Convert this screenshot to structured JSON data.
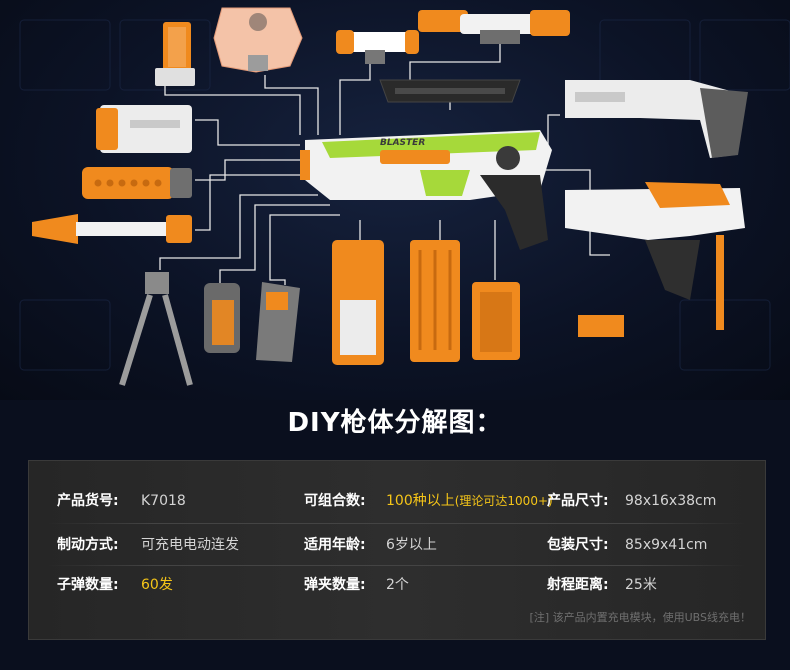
{
  "title": "DIY枪体分解图：",
  "gun_logo": "BLASTER",
  "colors": {
    "accent_orange": "#f08a1e",
    "accent_green": "#a6d93a",
    "value_highlight": "#f5c518",
    "panel_bg": "#2a2a2a",
    "diagram_bg": "#0c1326"
  },
  "specs": {
    "row1": {
      "model_label": "产品货号:",
      "model_value": "K7018",
      "combo_label": "可组合数:",
      "combo_value": "100种以上",
      "combo_note": "(理论可达1000+)",
      "size_label": "产品尺寸:",
      "size_value": "98x16x38cm"
    },
    "row2": {
      "mode_label": "制动方式:",
      "mode_value": "可充电电动连发",
      "age_label": "适用年龄:",
      "age_value": "6岁以上",
      "pack_label": "包装尺寸:",
      "pack_value": "85x9x41cm"
    },
    "row3": {
      "ammo_label": "子弹数量:",
      "ammo_value": "60发",
      "clip_label": "弹夹数量:",
      "clip_value": "2个",
      "range_label": "射程距离:",
      "range_value": "25米"
    },
    "note": "[注] 该产品内置充电模块，使用UBS线充电！"
  }
}
